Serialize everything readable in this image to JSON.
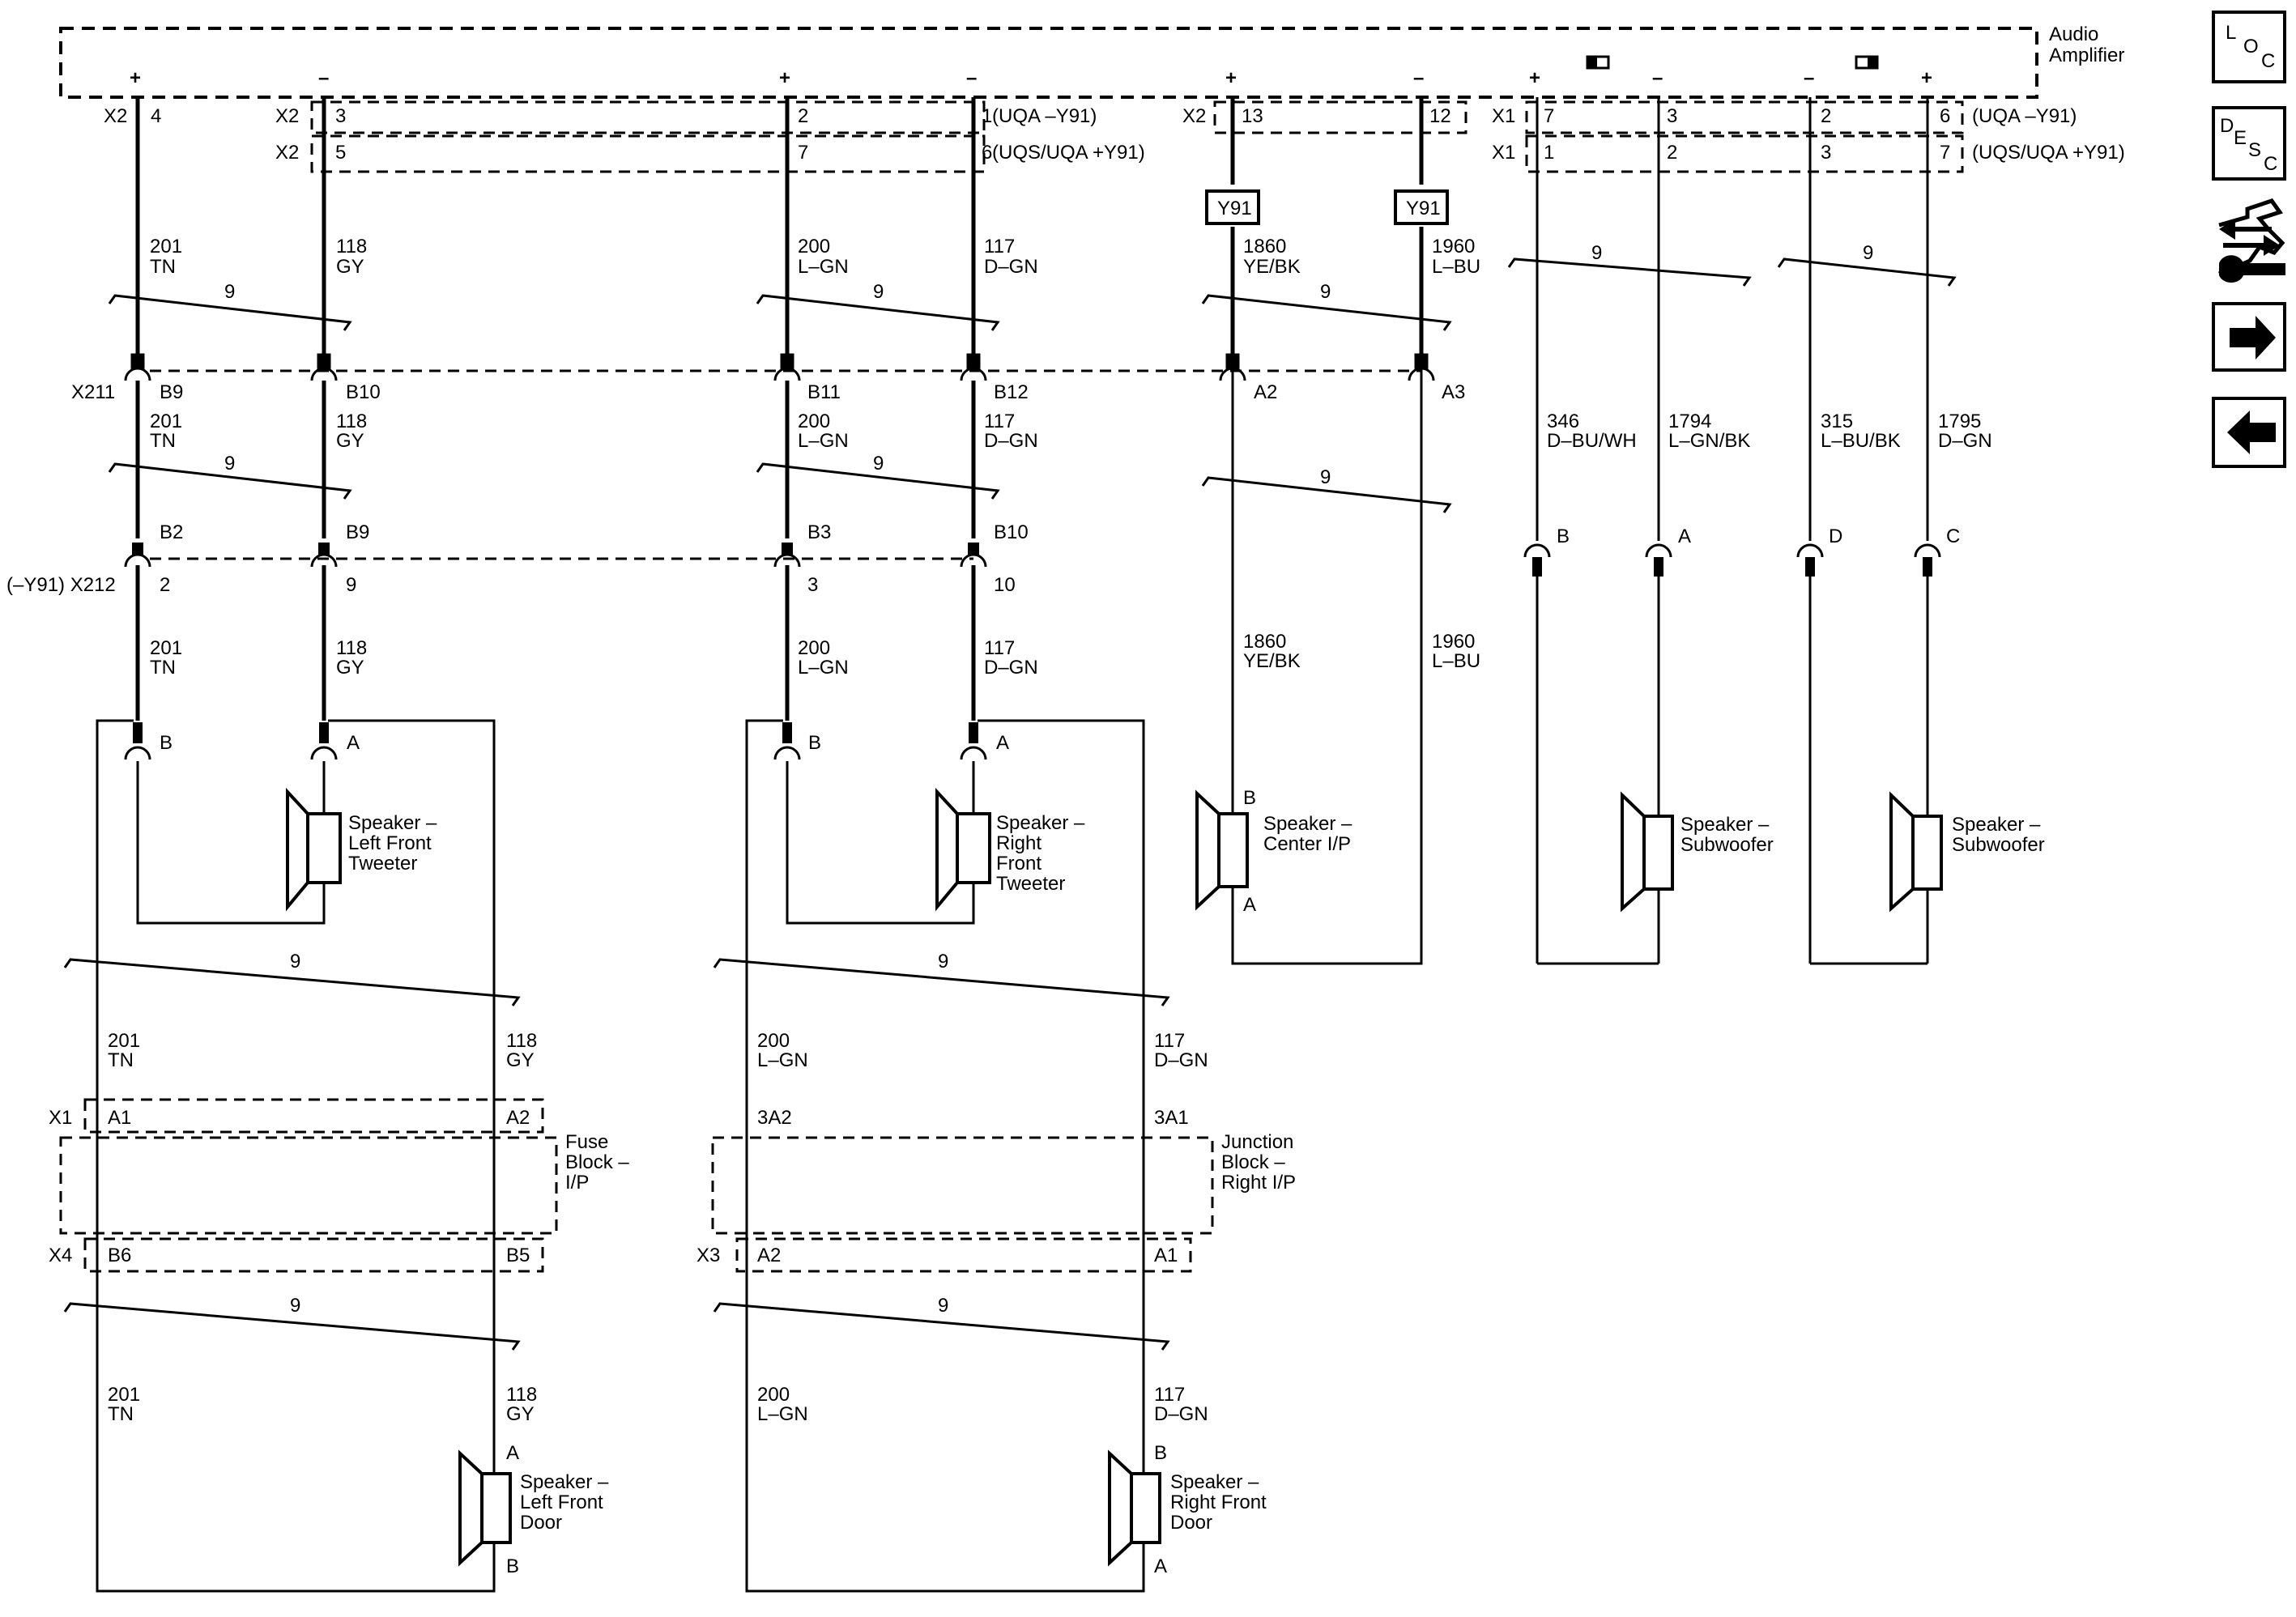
{
  "amplifier": {
    "title_line1": "Audio",
    "title_line2": "Amplifier",
    "polarity": [
      "+",
      "–",
      "+",
      "–",
      "+",
      "–",
      "+",
      "–",
      "–",
      "+"
    ],
    "row1": {
      "connectors": [
        "X2",
        "X2",
        "X2",
        "X1"
      ],
      "pins": [
        "4",
        "3",
        "2",
        "1",
        "13",
        "12",
        "7",
        "3",
        "2",
        "6"
      ],
      "options": [
        "(UQA –Y91)",
        "(UQA –Y91)"
      ]
    },
    "row2": {
      "connectors": [
        "X2",
        "X1"
      ],
      "pins": [
        "5",
        "7",
        "6",
        "1",
        "2",
        "3",
        "7"
      ],
      "options": [
        "(UQS/UQA +Y91)",
        "(UQS/UQA +Y91)"
      ]
    }
  },
  "option_tags": [
    "Y91",
    "Y91"
  ],
  "twist": "9",
  "wires": [
    {
      "circuit": "201",
      "color": "TN"
    },
    {
      "circuit": "118",
      "color": "GY"
    },
    {
      "circuit": "200",
      "color": "L–GN"
    },
    {
      "circuit": "117",
      "color": "D–GN"
    },
    {
      "circuit": "1860",
      "color": "YE/BK"
    },
    {
      "circuit": "1960",
      "color": "L–BU"
    },
    {
      "circuit": "346",
      "color": "D–BU/WH"
    },
    {
      "circuit": "1794",
      "color": "L–GN/BK"
    },
    {
      "circuit": "315",
      "color": "L–BU/BK"
    },
    {
      "circuit": "1795",
      "color": "D–GN"
    }
  ],
  "inline_x211": {
    "name": "X211",
    "pins": [
      "B9",
      "B10",
      "B11",
      "B12",
      "A2",
      "A3"
    ],
    "pins2": [
      "B2",
      "B9",
      "B3",
      "B10"
    ]
  },
  "inline_x212": {
    "name": "(–Y91) X212",
    "pins": [
      "2",
      "9",
      "3",
      "10"
    ]
  },
  "sub_pins": [
    "B",
    "A",
    "D",
    "C"
  ],
  "tweeter_pins": [
    "B",
    "A",
    "B",
    "A"
  ],
  "speakers": {
    "lf_tweeter": [
      "Speaker –",
      "Left Front",
      "Tweeter"
    ],
    "rf_tweeter": [
      "Speaker –",
      "Right",
      "Front",
      "Tweeter"
    ],
    "center": [
      "Speaker –",
      "Center I/P"
    ],
    "center_pins": [
      "B",
      "A"
    ],
    "subwoofer": [
      "Speaker –",
      "Subwoofer"
    ],
    "lf_door": [
      "Speaker –",
      "Left Front",
      "Door"
    ],
    "lf_door_pins": [
      "A",
      "B"
    ],
    "rf_door": [
      "Speaker –",
      "Right Front",
      "Door"
    ],
    "rf_door_pins": [
      "B",
      "A"
    ]
  },
  "fuse_block": {
    "title": [
      "Fuse",
      "Block –",
      "I/P"
    ],
    "top_connector": "X1",
    "top_pins": [
      "A1",
      "A2"
    ],
    "bottom_connector": "X4",
    "bottom_pins": [
      "B6",
      "B5"
    ]
  },
  "junction_block": {
    "title": [
      "Junction",
      "Block –",
      "Right I/P"
    ],
    "top_pins": [
      "3A2",
      "3A1"
    ],
    "bottom_connector": "X3",
    "bottom_pins": [
      "A2",
      "A1"
    ]
  },
  "nav": {
    "loc": [
      "L",
      "O",
      "C"
    ],
    "desc": [
      "D",
      "E",
      "S",
      "C"
    ],
    "icons": [
      "connector-view-icon",
      "next-page-arrow-icon",
      "previous-page-arrow-icon"
    ]
  }
}
